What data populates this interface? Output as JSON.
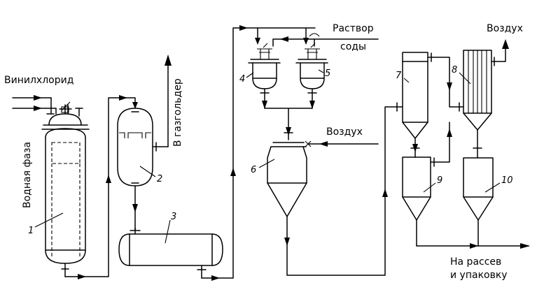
{
  "labels": {
    "vinylchloride": "Винилхлорид",
    "water_phase": "Водная фаза",
    "gasholder": "В газгольдер",
    "soda_line1": "Раствор",
    "soda_line2": "соды",
    "air_top": "Воздух",
    "air_mid": "Воздух",
    "out_line1": "На рассев",
    "out_line2": "и упаковку"
  },
  "numbers": {
    "n1": "1",
    "n2": "2",
    "n3": "3",
    "n4": "4",
    "n5": "5",
    "n6": "6",
    "n7": "7",
    "n8": "8",
    "n9": "9",
    "n10": "10"
  }
}
